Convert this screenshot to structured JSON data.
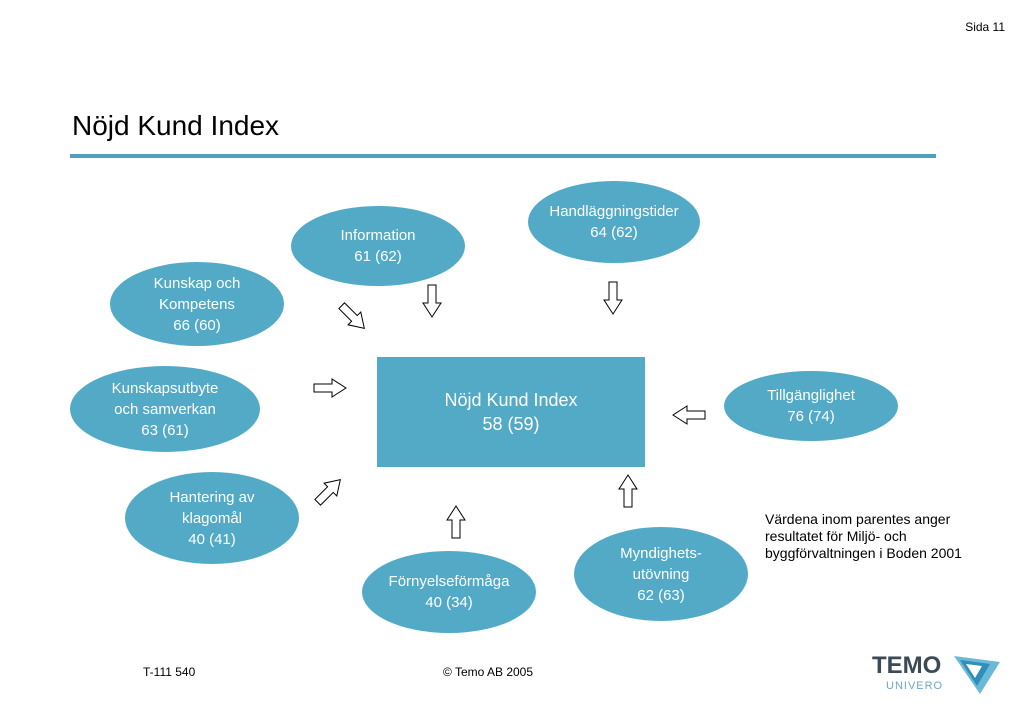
{
  "page_number": "Sida 11",
  "title": "Nöjd Kund Index",
  "center": {
    "line1": "Nöjd Kund Index",
    "line2": "58 (59)"
  },
  "factors": [
    {
      "id": "handlaggningstider",
      "line1": "Handläggningstider",
      "line2": "64 (62)"
    },
    {
      "id": "information",
      "line1": "Information",
      "line2": "61 (62)"
    },
    {
      "id": "kunskap",
      "line1": "Kunskap och",
      "line2": "Kompetens",
      "line3": "66 (60)"
    },
    {
      "id": "kunskapsutbyte",
      "line1": "Kunskapsutbyte",
      "line2": "och samverkan",
      "line3": "63 (61)"
    },
    {
      "id": "tillganglighet",
      "line1": "Tillgänglighet",
      "line2": "76 (74)"
    },
    {
      "id": "hantering",
      "line1": "Hantering av",
      "line2": "klagomål",
      "line3": "40 (41)"
    },
    {
      "id": "myndighet",
      "line1": "Myndighets-",
      "line2": "utövning",
      "line3": "62 (63)"
    },
    {
      "id": "fornyelse",
      "line1": "Förnyelseförmåga",
      "line2": "40 (34)"
    }
  ],
  "note": "Värdena inom parentes anger resultatet för Miljö- och byggförvaltningen i Boden 2001",
  "footer": {
    "code": "T-111 540",
    "copyright": "©  Temo AB 2005"
  },
  "logo": {
    "name": "TEMO",
    "sub": "UNIVERO"
  },
  "colors": {
    "ellipse": "#52aac6",
    "rule": "#4f9fbf"
  }
}
